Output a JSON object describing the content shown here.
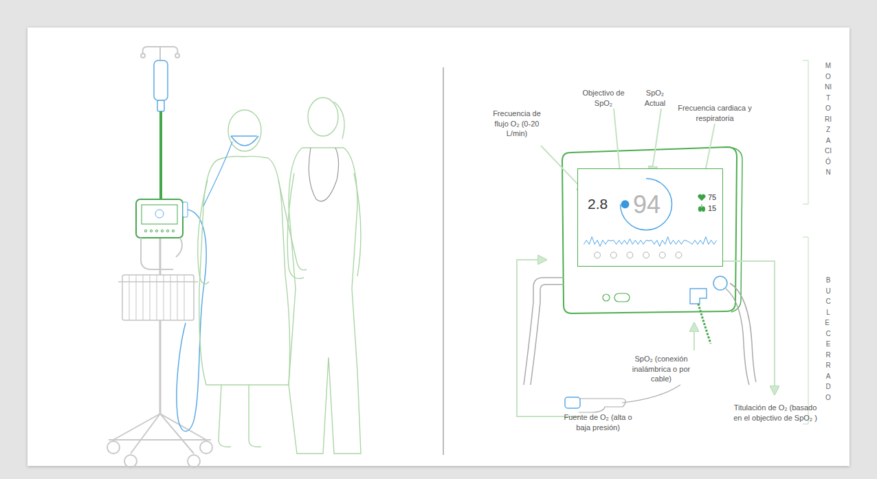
{
  "diagram": {
    "nodes": [
      {
        "text": [
          "2.8",
          "94",
          "75",
          "15"
        ]
      }
    ],
    "labels": [
      "Frecuencia de flujo O₂ (0-20 L/min)",
      "Objectivo de SpO₂",
      "SpO₂ Actual",
      "Frecuencia cardiaca y respiratoria",
      "MONITORIZACIÓN",
      "BUCLE CERRADO",
      "SpO₂ (conexión inalámbrica o por cable)",
      "Fuente de O₂ (alta o baja presión)",
      "Titulación de O₂ (basado en el objectivo de SpO₂ )"
    ]
  }
}
